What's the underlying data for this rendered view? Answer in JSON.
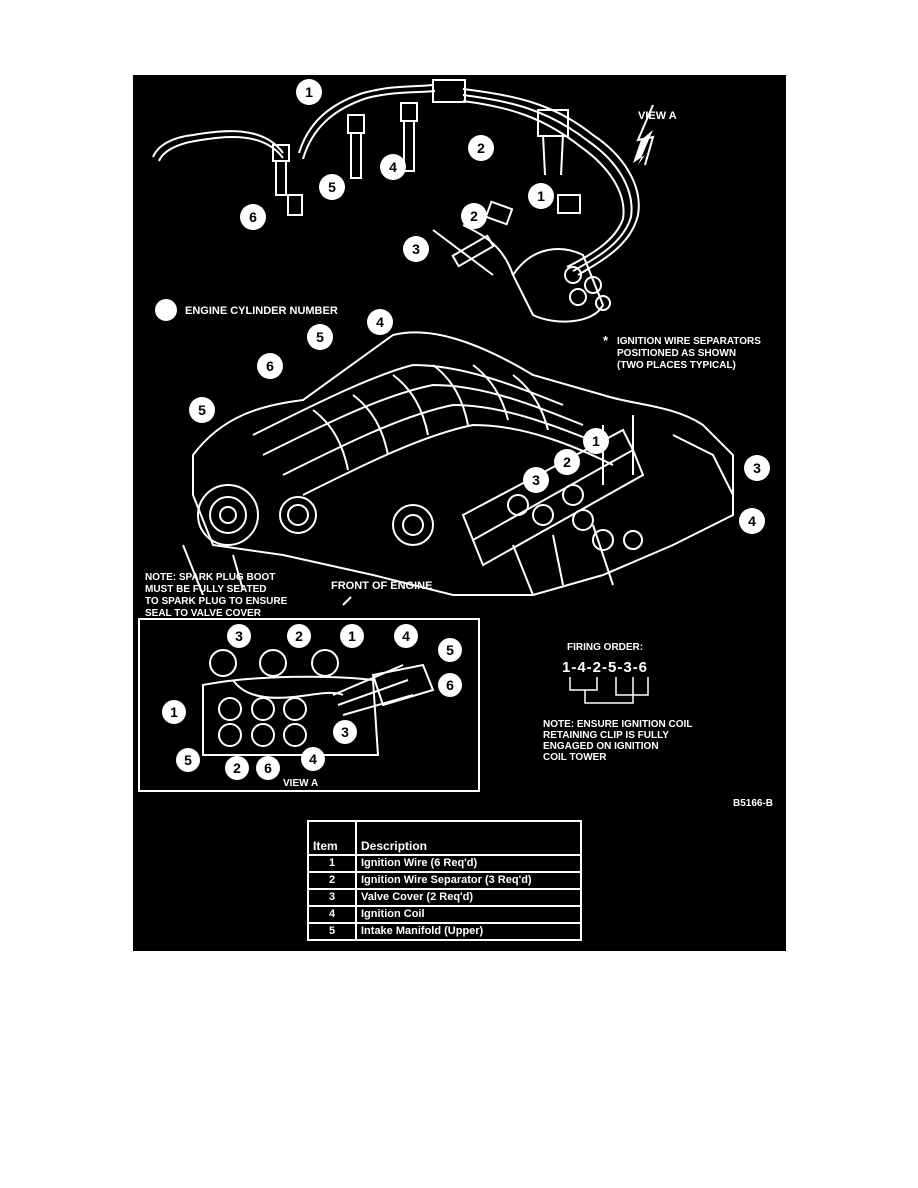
{
  "labels": {
    "view_a_top": "VIEW A",
    "engine_cylinder_number": "ENGINE CYLINDER NUMBER",
    "asterisk": "*",
    "separators_note_1": "IGNITION WIRE SEPARATORS",
    "separators_note_2": "POSITIONED AS SHOWN",
    "separators_note_3": "(TWO PLACES TYPICAL)",
    "front_of_engine": "FRONT OF ENGINE",
    "spark_note_1": "NOTE: SPARK PLUG BOOT",
    "spark_note_2": "MUST BE FULLY SEATED",
    "spark_note_3": "TO SPARK PLUG TO ENSURE",
    "spark_note_4": "SEAL TO VALVE COVER",
    "view_a_inset": "VIEW A",
    "firing_order_title": "FIRING ORDER:",
    "firing_order": "1-4-2-5-3-6",
    "coil_note_1": "NOTE: ENSURE IGNITION COIL",
    "coil_note_2": "RETAINING CLIP IS FULLY",
    "coil_note_3": "ENGAGED ON IGNITION",
    "coil_note_4": "COIL TOWER",
    "figure_code": "B5166-B"
  },
  "callouts": {
    "top_wire": "1",
    "top_separator": "2",
    "top_cyl4": "4",
    "top_cyl5": "5",
    "top_cyl6": "6",
    "top_right_1": "1",
    "top_right_2": "2",
    "top_right_3": "3",
    "eng_5_left": "5",
    "eng_6": "6",
    "eng_5": "5",
    "eng_4": "4",
    "eng_1": "1",
    "eng_2": "2",
    "eng_3": "3",
    "eng_valve_cover": "3",
    "eng_coil": "4",
    "inset_3": "3",
    "inset_2": "2",
    "inset_1": "1",
    "inset_4": "4",
    "inset_5": "5",
    "inset_6": "6",
    "inset_left_1": "1",
    "inset_bottom_5": "5",
    "inset_bottom_2": "2",
    "inset_bottom_6": "6",
    "inset_bottom_4": "4",
    "inset_right_3": "3"
  },
  "table": {
    "headers": [
      "Item",
      "Description"
    ],
    "rows": [
      {
        "item": "1",
        "description": "Ignition Wire (6 Req'd)"
      },
      {
        "item": "2",
        "description": "Ignition Wire Separator (3 Req'd)"
      },
      {
        "item": "3",
        "description": "Valve Cover (2 Req'd)"
      },
      {
        "item": "4",
        "description": "Ignition Coil"
      },
      {
        "item": "5",
        "description": "Intake Manifold (Upper)"
      }
    ]
  }
}
